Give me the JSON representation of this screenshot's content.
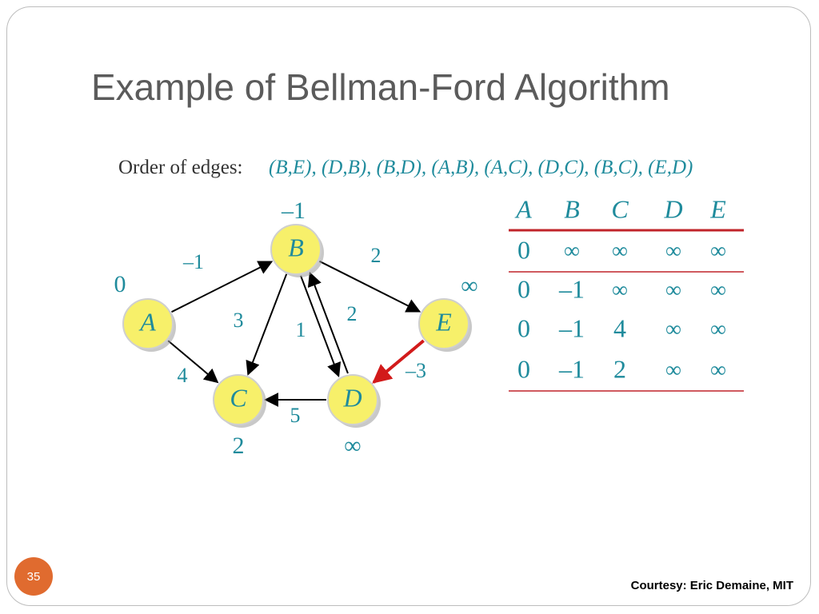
{
  "slide": {
    "title": "Example of Bellman-Ford Algorithm",
    "edge_order_label": "Order of edges:",
    "edge_order": "(B,E), (D,B), (B,D), (A,B), (A,C), (D,C), (B,C), (E,D)",
    "page_number": "35",
    "courtesy": "Courtesy: Eric Demaine, MIT"
  },
  "colors": {
    "node_fill": "#f7f06a",
    "node_stroke": "#cfcfcf",
    "text_teal": "#1f8b9c",
    "highlight_edge": "#d21a1a",
    "table_rule": "#c0242a",
    "badge": "#e06b2f"
  },
  "graph": {
    "nodes": [
      {
        "id": "A",
        "label": "A",
        "distance": "0"
      },
      {
        "id": "B",
        "label": "B",
        "distance": "–1"
      },
      {
        "id": "C",
        "label": "C",
        "distance": "2"
      },
      {
        "id": "D",
        "label": "D",
        "distance": "∞"
      },
      {
        "id": "E",
        "label": "E",
        "distance": "∞"
      }
    ],
    "edges": [
      {
        "from": "A",
        "to": "B",
        "weight": "–1",
        "highlighted": false
      },
      {
        "from": "A",
        "to": "C",
        "weight": "4",
        "highlighted": false
      },
      {
        "from": "B",
        "to": "C",
        "weight": "3",
        "highlighted": false
      },
      {
        "from": "B",
        "to": "E",
        "weight": "2",
        "highlighted": false
      },
      {
        "from": "B",
        "to": "D",
        "weight": "2",
        "highlighted": false
      },
      {
        "from": "D",
        "to": "B",
        "weight": "1",
        "highlighted": false
      },
      {
        "from": "D",
        "to": "C",
        "weight": "5",
        "highlighted": false
      },
      {
        "from": "E",
        "to": "D",
        "weight": "–3",
        "highlighted": true
      }
    ]
  },
  "table": {
    "headers": [
      "A",
      "B",
      "C",
      "D",
      "E"
    ],
    "rows": [
      [
        "0",
        "∞",
        "∞",
        "∞",
        "∞"
      ],
      [
        "0",
        "–1",
        "∞",
        "∞",
        "∞"
      ],
      [
        "0",
        "–1",
        "4",
        "∞",
        "∞"
      ],
      [
        "0",
        "–1",
        "2",
        "∞",
        "∞"
      ]
    ]
  }
}
